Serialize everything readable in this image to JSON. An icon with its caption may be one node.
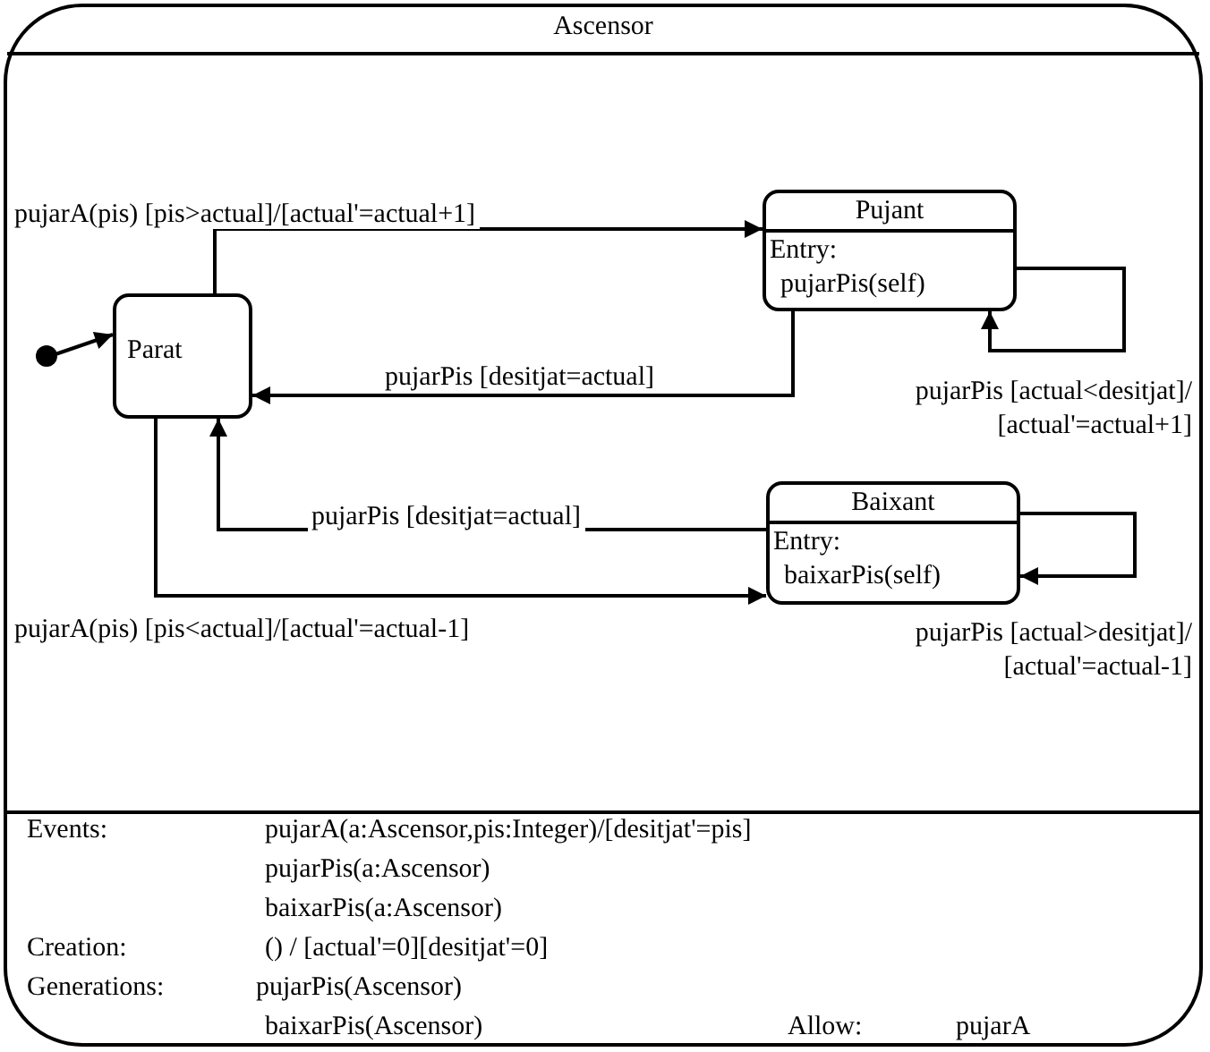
{
  "diagram": {
    "nodes": [
      {
        "text": [
          "Ascensor"
        ]
      },
      {
        "text": [],
        "shape": "circle",
        "in": 0
      },
      {
        "text": [
          "Parat"
        ],
        "in": 0
      },
      {
        "text": [
          "Pujant",
          "Entry:",
          "pujarPis(self)"
        ],
        "in": 0
      },
      {
        "text": [
          "Baixant",
          "Entry:",
          "baixarPis(self)"
        ],
        "in": 0
      }
    ],
    "edges": [
      {
        "from": 1,
        "to": 2,
        "arrow": "to"
      },
      {
        "from": 2,
        "to": 3,
        "arrow": "to",
        "label": "pujarA(pis) [pis>actual]/[actual'=actual+1]"
      },
      {
        "from": 3,
        "to": 2,
        "arrow": "to",
        "label": "pujarPis [desitjat=actual]"
      },
      {
        "from": 3,
        "to": 3,
        "arrow": "to",
        "label": "pujarPis [actual<desitjat]/ [actual'=actual+1]"
      },
      {
        "from": 4,
        "to": 2,
        "arrow": "to",
        "label": "pujarPis [desitjat=actual]"
      },
      {
        "from": 2,
        "to": 4,
        "arrow": "to",
        "label": "pujarA(pis) [pis<actual]/[actual'=actual-1]"
      },
      {
        "from": 4,
        "to": 4,
        "arrow": "to",
        "label": "pujarPis [actual>desitjat]/ [actual'=actual-1]"
      }
    ],
    "labels": [
      "Events:",
      "pujarA(a:Ascensor,pis:Integer)/[desitjat'=pis]",
      "pujarPis(a:Ascensor)",
      "baixarPis(a:Ascensor)",
      "Creation:",
      "() / [actual'=0][desitjat'=0]",
      "Generations:",
      "pujarPis(Ascensor)",
      "baixarPis(Ascensor)",
      "Allow:",
      "pujarA"
    ]
  }
}
